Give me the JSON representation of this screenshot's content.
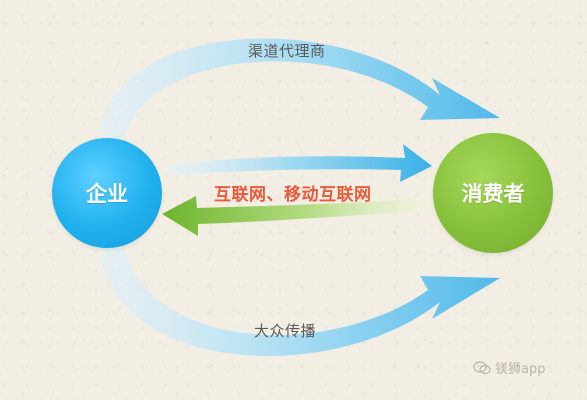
{
  "nodes": {
    "left": "企业",
    "right": "消费者"
  },
  "flows": {
    "top": "渠道代理商",
    "middle": "互联网、移动互联网",
    "bottom": "大众传播"
  },
  "watermark": {
    "text": "镁狮app",
    "icon": "wechat-icon"
  },
  "colors": {
    "enterprise_node": "#1fb0ee",
    "consumer_node": "#86c03b",
    "channel_arrow": "#5bc3ec",
    "reverse_arrow": "#7fbc3a",
    "middle_text": "#ec5a3a"
  }
}
